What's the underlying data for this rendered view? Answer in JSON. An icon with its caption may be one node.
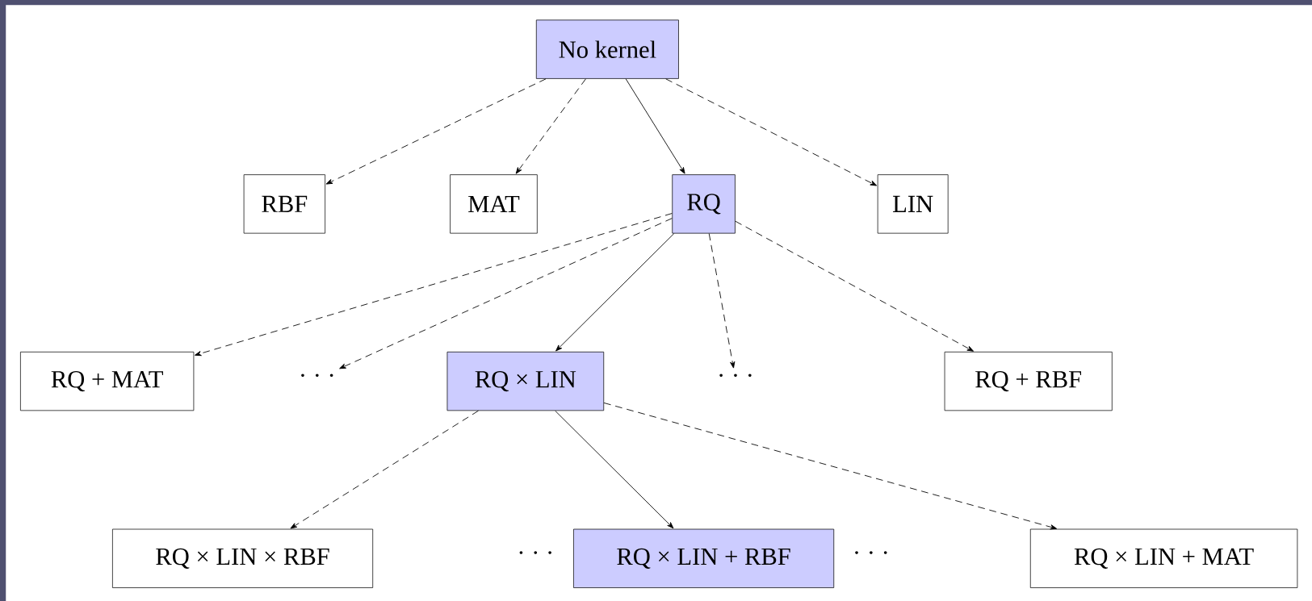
{
  "diagram": {
    "nodes": [
      {
        "text": [
          "No kernel"
        ]
      },
      {
        "text": [
          "RBF"
        ]
      },
      {
        "text": [
          "MAT"
        ]
      },
      {
        "text": [
          "RQ"
        ]
      },
      {
        "text": [
          "LIN"
        ]
      },
      {
        "text": [
          "RQ + MAT"
        ]
      },
      {
        "text": [
          "· · ·"
        ]
      },
      {
        "text": [
          "RQ × LIN"
        ]
      },
      {
        "text": [
          "· · ·"
        ]
      },
      {
        "text": [
          "RQ + RBF"
        ]
      },
      {
        "text": [
          "RQ × LIN × RBF"
        ]
      },
      {
        "text": [
          "RQ × LIN + RBF"
        ]
      },
      {
        "text": [
          "RQ × LIN + MAT"
        ]
      }
    ],
    "edges": [
      {
        "from": 0,
        "to": 1,
        "arrow": "to",
        "style": "dashed"
      },
      {
        "from": 0,
        "to": 2,
        "arrow": "to",
        "style": "dashed"
      },
      {
        "from": 0,
        "to": 3,
        "arrow": "to"
      },
      {
        "from": 0,
        "to": 4,
        "arrow": "to",
        "style": "dashed"
      },
      {
        "from": 3,
        "to": 5,
        "arrow": "to",
        "style": "dashed"
      },
      {
        "from": 3,
        "to": 6,
        "arrow": "to",
        "style": "dashed"
      },
      {
        "from": 3,
        "to": 7,
        "arrow": "to"
      },
      {
        "from": 3,
        "to": 8,
        "arrow": "to",
        "style": "dashed"
      },
      {
        "from": 3,
        "to": 9,
        "arrow": "to",
        "style": "dashed"
      },
      {
        "from": 7,
        "to": 10,
        "arrow": "to",
        "style": "dashed"
      },
      {
        "from": 7,
        "to": 11,
        "arrow": "to"
      },
      {
        "from": 7,
        "to": 12,
        "arrow": "to",
        "style": "dashed"
      }
    ],
    "labels": [
      "· · ·",
      "· · ·"
    ]
  }
}
